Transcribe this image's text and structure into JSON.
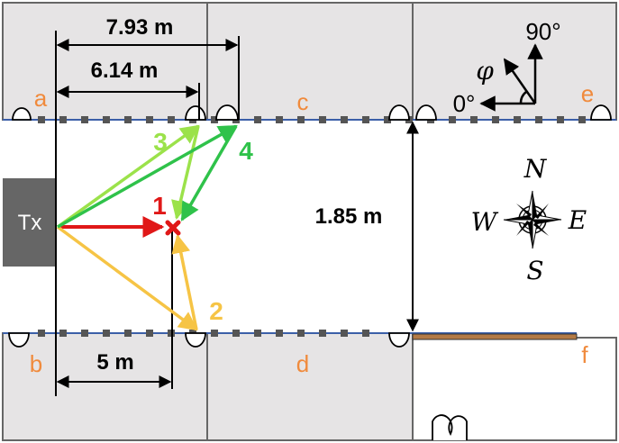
{
  "labels": {
    "tx": "Tx",
    "rooms": {
      "a": "a",
      "b": "b",
      "c": "c",
      "d": "d",
      "e": "e",
      "f": "f"
    },
    "paths": {
      "p1": "1",
      "p2": "2",
      "p3": "3",
      "p4": "4"
    },
    "dims": {
      "d793": "7.93 m",
      "d614": "6.14 m",
      "d5": "5 m",
      "d185": "1.85 m"
    },
    "angles": {
      "phi": "φ",
      "zero": "0°",
      "ninety": "90°"
    },
    "compass": {
      "n": "N",
      "s": "S",
      "e": "E",
      "w": "W"
    }
  },
  "colors": {
    "room_fill": "#e6e4e5",
    "wall": "#555555",
    "dotted_line": "#3b5fa8",
    "tx_fill": "#666666",
    "label_orange": "#f08a3c",
    "path1": "#e01818",
    "path2": "#f6c445",
    "path3": "#9be24a",
    "path4": "#2fc24a",
    "brown_wall": "#b37a45"
  },
  "icons": [
    "door-arc-icon",
    "compass-rose-icon",
    "receiver-x-icon",
    "angle-axes-icon"
  ]
}
